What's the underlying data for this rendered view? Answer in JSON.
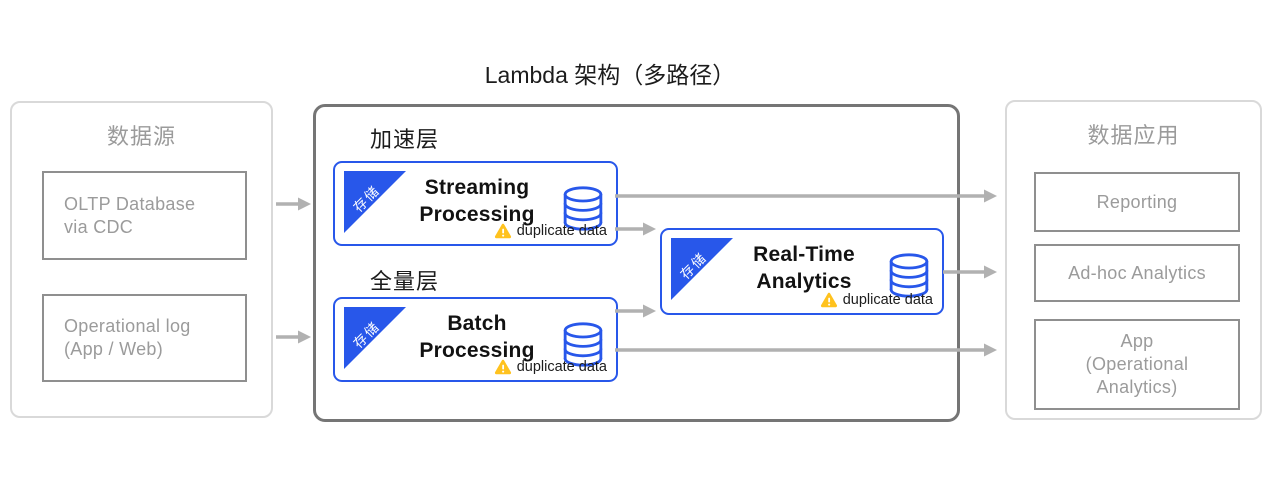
{
  "title": "Lambda 架构（多路径）",
  "colors": {
    "accent_blue": "#2857EA",
    "arrow_gray": "#B1B1B1",
    "panel_border_light": "#D9D9D9",
    "panel_border_dark": "#757575",
    "muted_text": "#9B9B9B",
    "muted_box_border": "#8F8F8F",
    "warning_yellow": "#FFC21E",
    "text_dark": "#1C1C1C"
  },
  "sources_panel": {
    "title": "数据源",
    "items": [
      {
        "line1": "OLTP Database",
        "line2": "via CDC"
      },
      {
        "line1": "Operational log",
        "line2": "(App / Web)"
      }
    ]
  },
  "core_panel": {
    "speed_layer_label": "加速层",
    "batch_layer_label": "全量层",
    "nodes": {
      "streaming": {
        "line1": "Streaming",
        "line2": "Processing",
        "ribbon": "存储",
        "warning": "duplicate data"
      },
      "batch": {
        "line1": "Batch",
        "line2": "Processing",
        "ribbon": "存储",
        "warning": "duplicate data"
      },
      "realtime": {
        "line1": "Real-Time",
        "line2": "Analytics",
        "ribbon": "存储",
        "warning": "duplicate data"
      }
    }
  },
  "apps_panel": {
    "title": "数据应用",
    "items": [
      {
        "line1": "Reporting"
      },
      {
        "line1": "Ad-hoc Analytics"
      },
      {
        "line1": "App",
        "line2": "(Operational",
        "line3": "Analytics)"
      }
    ]
  }
}
